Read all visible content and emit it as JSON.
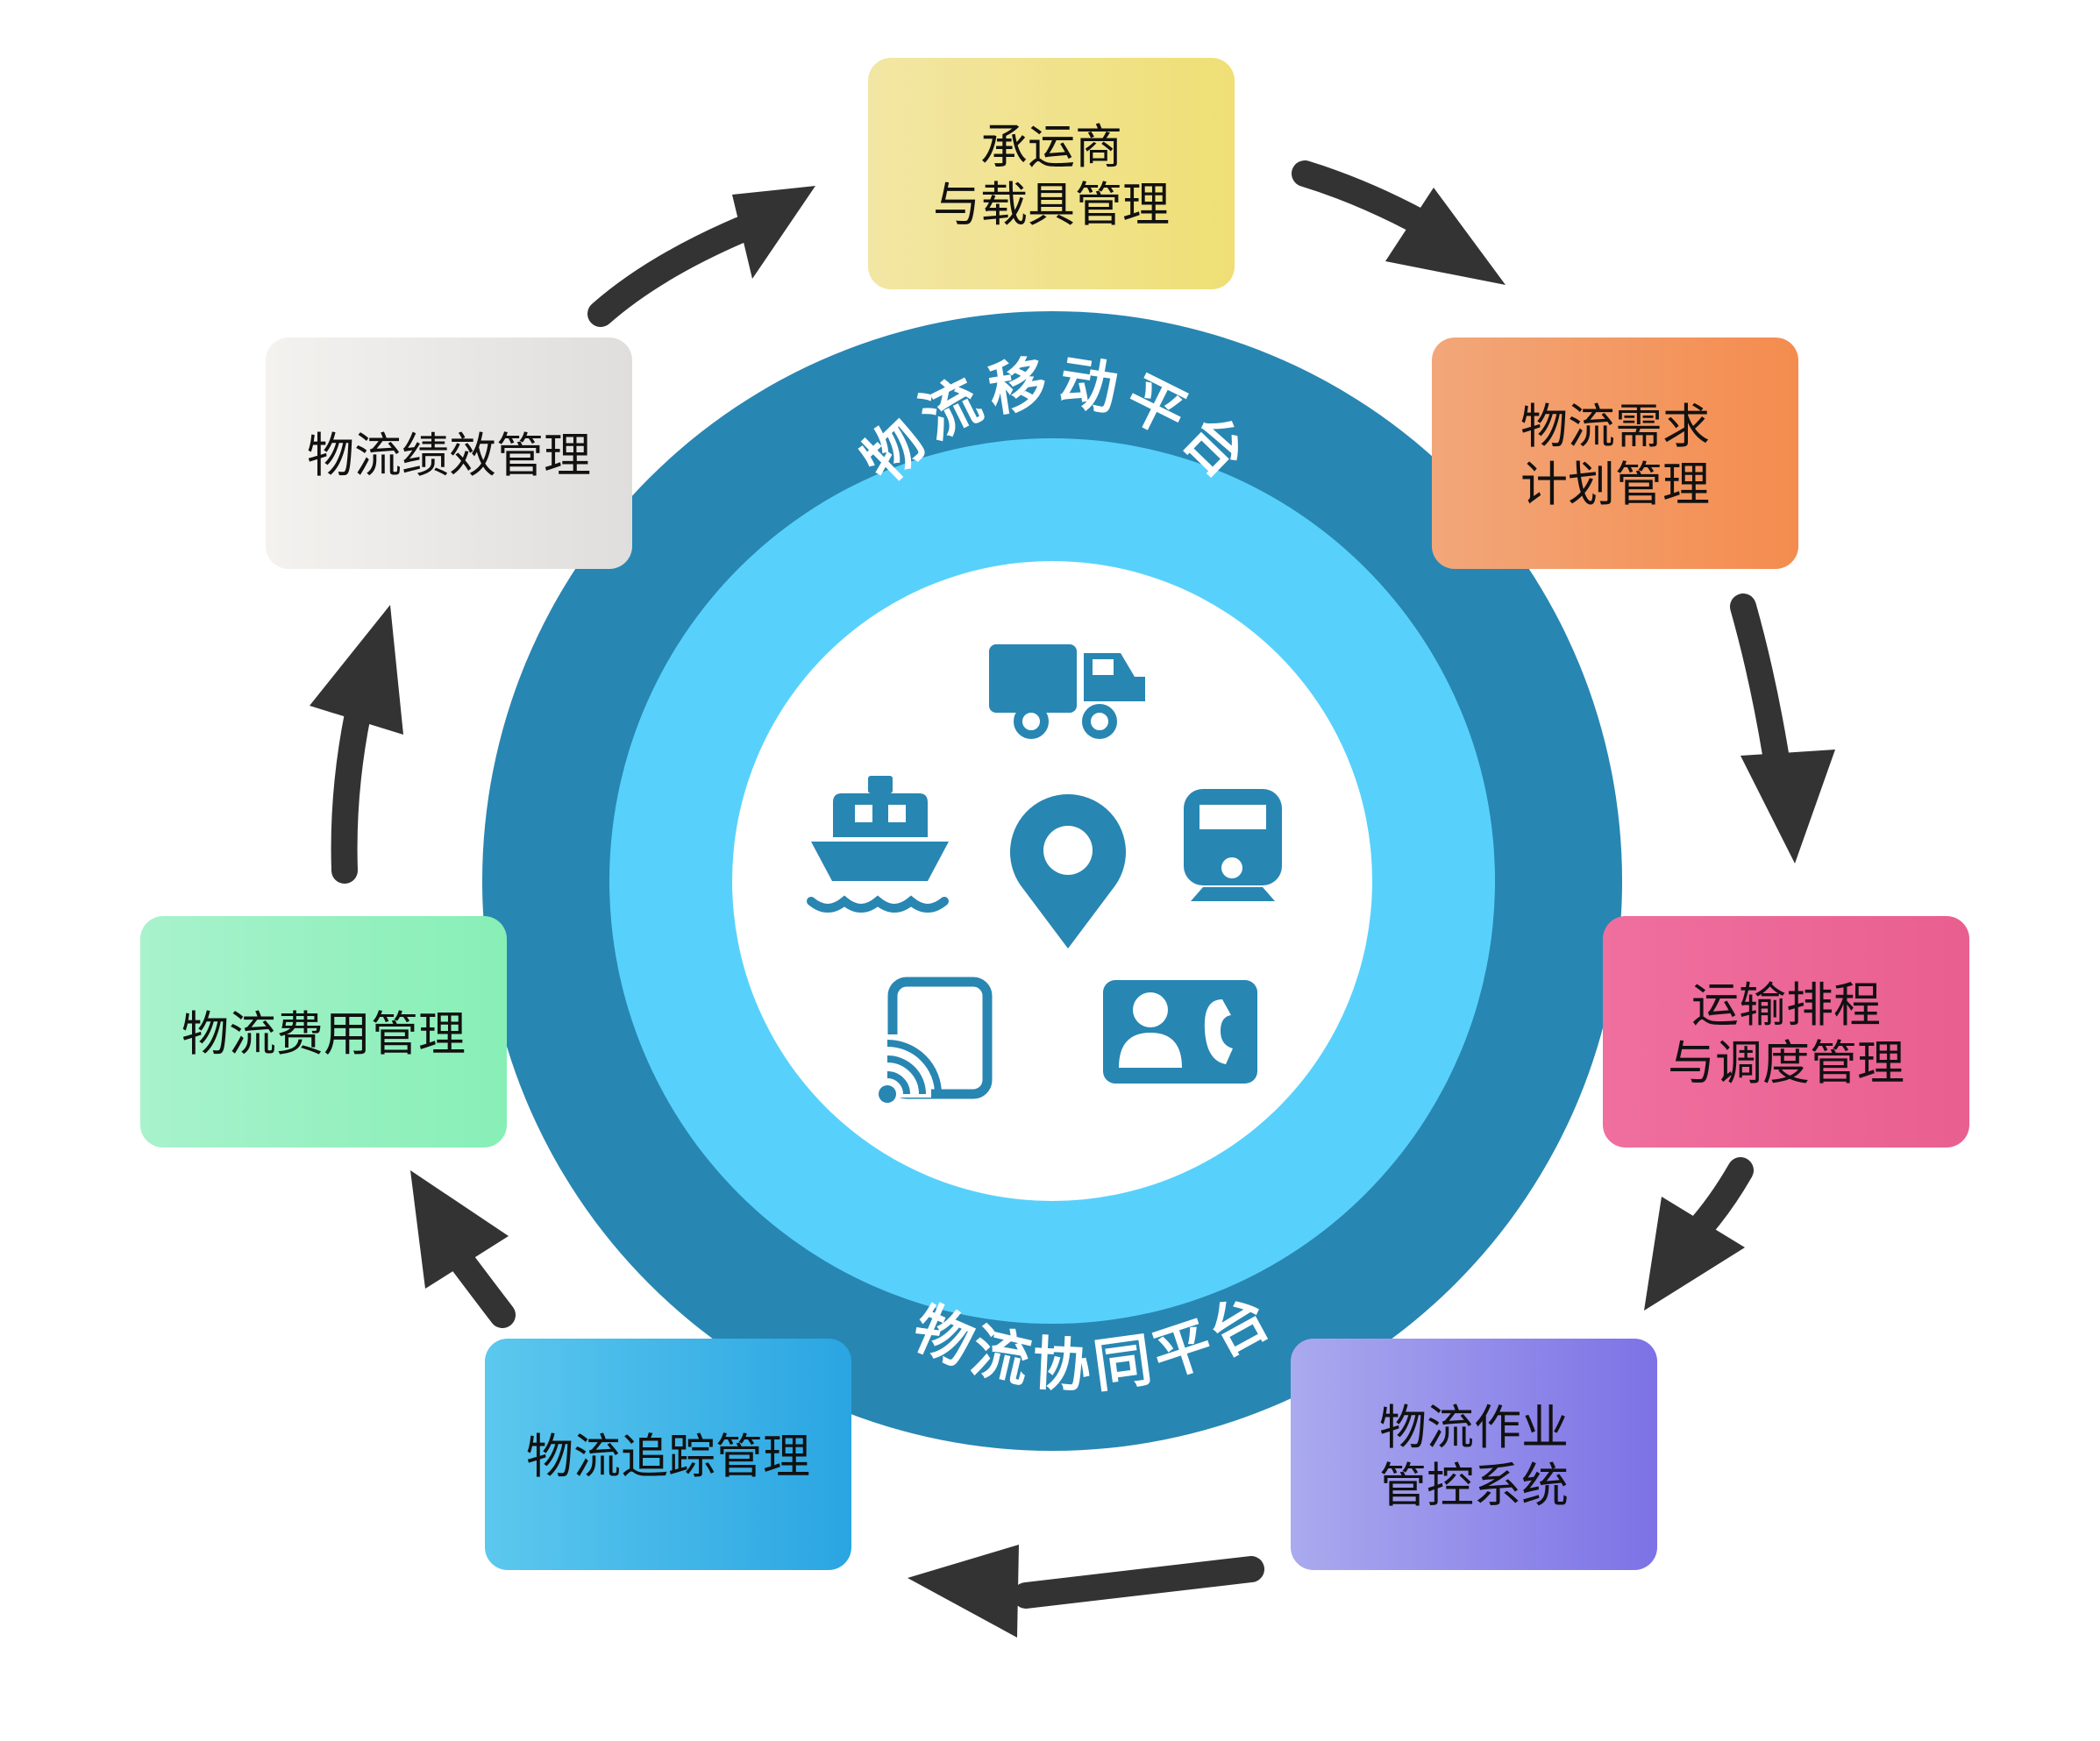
{
  "diagram": {
    "outer_ring_label": "物流协同平台",
    "inner_ring_label": "物流移动平台",
    "center_icons": [
      "truck-icon",
      "ship-icon",
      "location-pin-icon",
      "train-icon",
      "mobile-signal-icon",
      "contact-card-icon"
    ],
    "nodes": [
      {
        "id": "carrier",
        "lines": [
          "承运商",
          "与载具管理"
        ],
        "color_start": "#f2e6a4",
        "color_end": "#efdf75"
      },
      {
        "id": "demand",
        "lines": [
          "物流需求",
          "计划管理"
        ],
        "color_start": "#f2a77a",
        "color_end": "#f48c4e"
      },
      {
        "id": "dispatch",
        "lines": [
          "运输排程",
          "与调度管理"
        ],
        "color_start": "#ef6f9e",
        "color_end": "#e95f8f"
      },
      {
        "id": "operation",
        "lines": [
          "物流作业",
          "管控系统"
        ],
        "color_start": "#aaaaee",
        "color_end": "#7d72e6"
      },
      {
        "id": "tracking",
        "lines": [
          "物流追踪管理"
        ],
        "color_start": "#5cc8ee",
        "color_end": "#2aa5e2"
      },
      {
        "id": "cost",
        "lines": [
          "物流费用管理"
        ],
        "color_start": "#a8f2cc",
        "color_end": "#87efb6"
      },
      {
        "id": "performance",
        "lines": [
          "物流绩效管理"
        ],
        "color_start": "#f4f2ef",
        "color_end": "#e0dedd"
      }
    ],
    "colors": {
      "outer_ring": "#2886b2",
      "inner_ring": "#57d1fb",
      "icon": "#2886b2",
      "arrow": "#333333"
    }
  }
}
